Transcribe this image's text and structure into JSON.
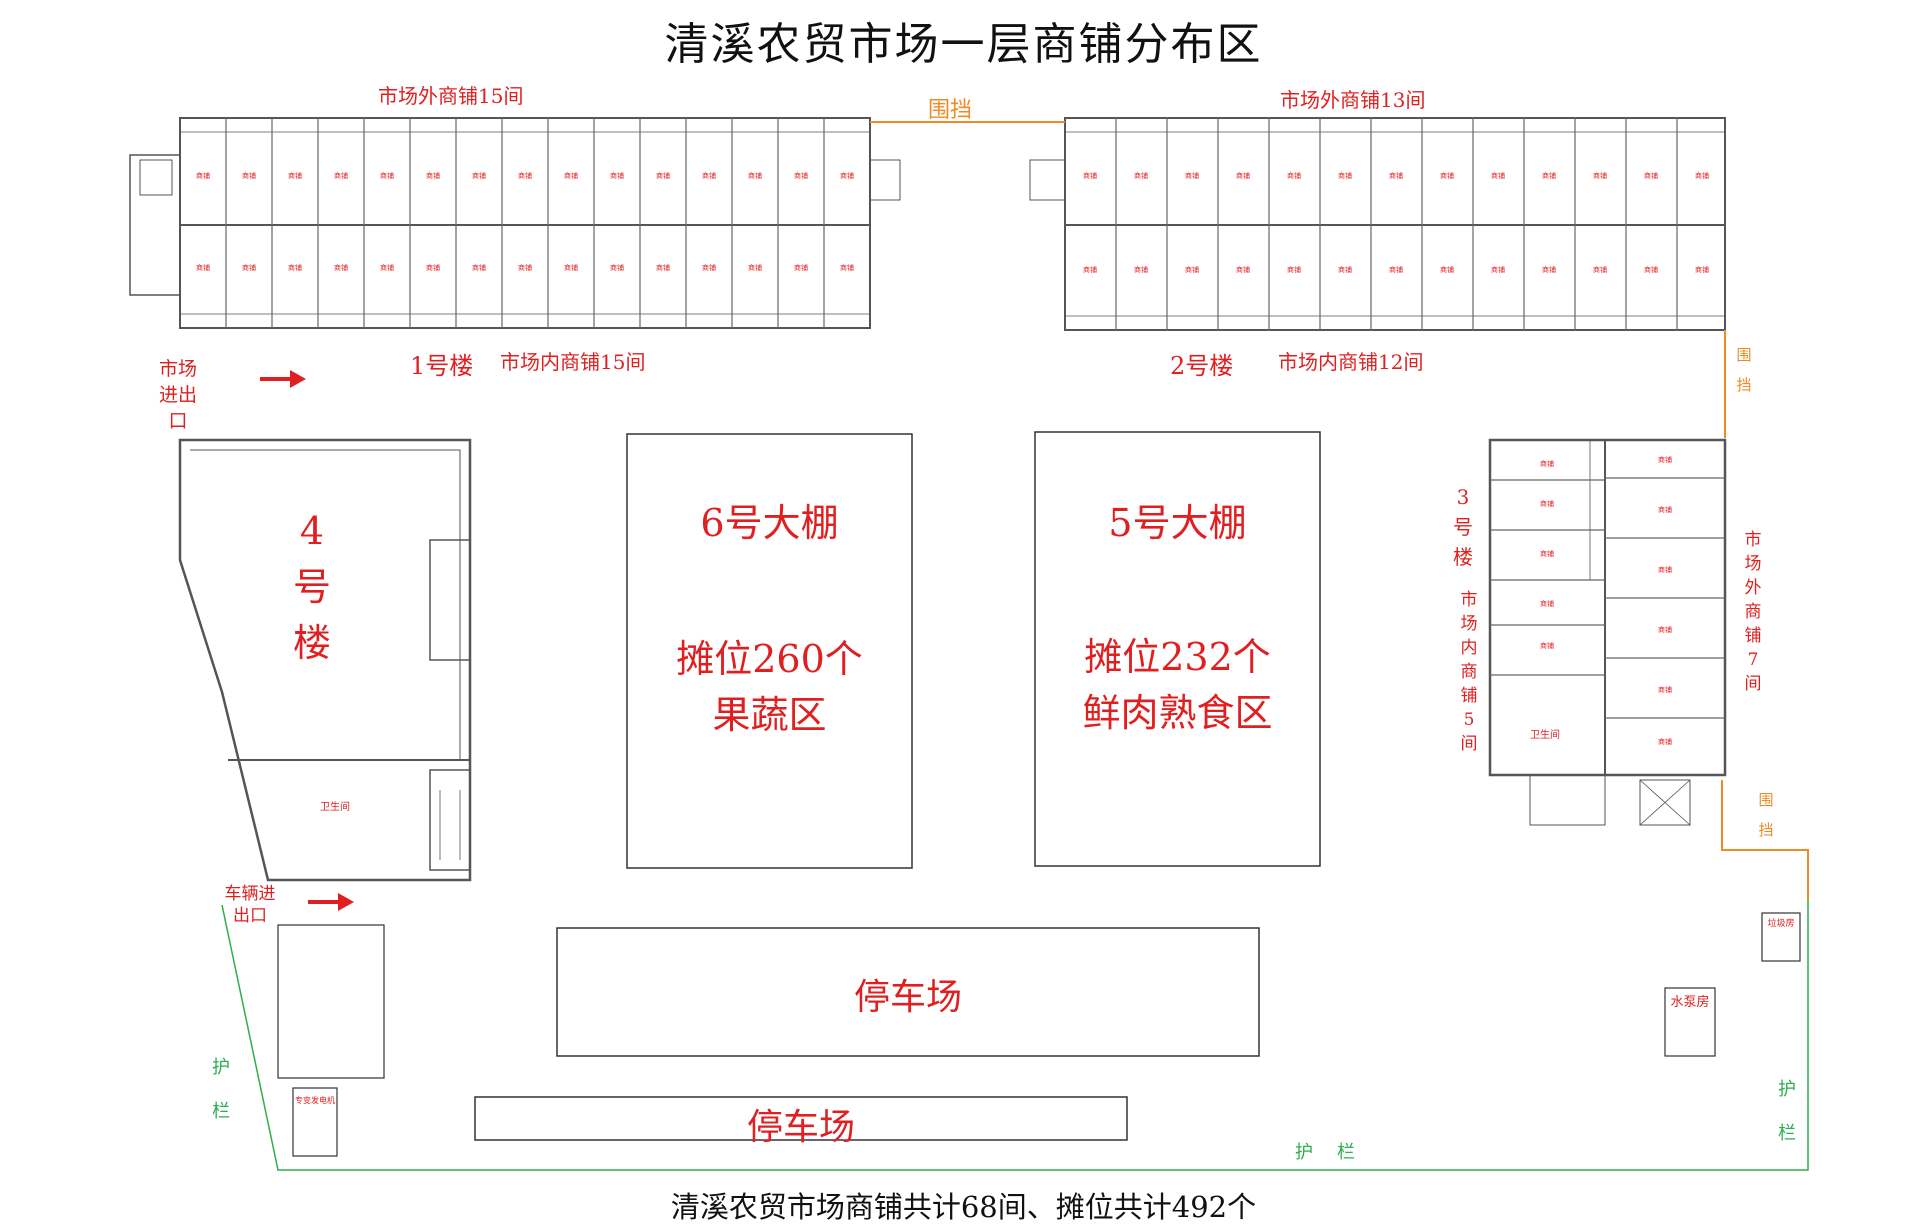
{
  "title": "清溪农贸市场一层商铺分布区",
  "footer": "清溪农贸市场商铺共计68间、摊位共计492个",
  "building1": {
    "name": "1号楼",
    "outer_shops": "市场外商铺15间",
    "inner_shops": "市场内商铺15间"
  },
  "building2": {
    "name": "2号楼",
    "outer_shops": "市场外商铺13间",
    "inner_shops": "市场内商铺12间"
  },
  "building3": {
    "name": "3号楼",
    "inner_shops": "市场内商铺5间",
    "outer_shops": "市场外商铺7间",
    "toilet": "卫生间"
  },
  "building4": {
    "name": "4号楼",
    "toilet": "卫生间"
  },
  "shed6": {
    "name": "6号大棚",
    "stalls": "摊位260个",
    "zone": "果蔬区"
  },
  "shed5": {
    "name": "5号大棚",
    "stalls": "摊位232个",
    "zone": "鲜肉熟食区"
  },
  "parking": [
    "停车场",
    "停车场"
  ],
  "market_entrance": "市场进出口",
  "vehicle_entrance": "车辆进出口",
  "fence": "围挡",
  "railing": "护栏",
  "garbage_room": "垃圾房",
  "pump_room": "水泵房",
  "generator_room": "专变发电机",
  "shop_word": "商铺",
  "colors": {
    "label_red": "#e02020",
    "fence_orange": "#f08a24",
    "railing_green": "#2eae4e",
    "wall_gray": "#555555"
  }
}
